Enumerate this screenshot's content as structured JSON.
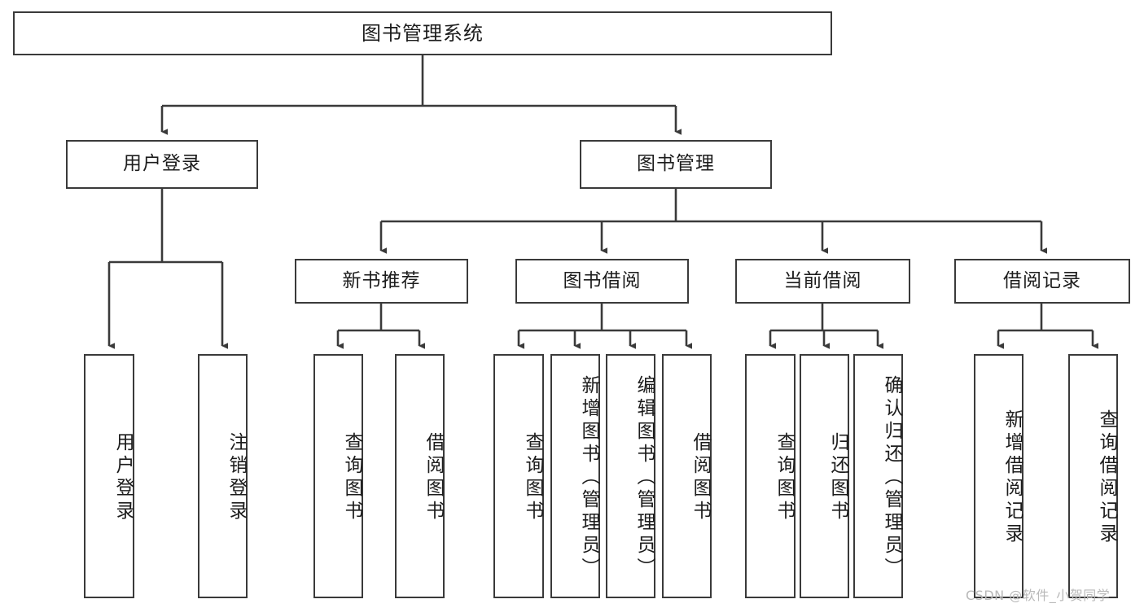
{
  "diagram": {
    "title": "图书管理系统",
    "type": "hierarchy-tree",
    "stroke_color": "#3a3a3a",
    "background_color": "#ffffff",
    "text_color": "#1c1c1c",
    "nodes": {
      "root": {
        "label": "图书管理系统",
        "level": 0
      },
      "n_user_login": {
        "label": "用户登录",
        "level": 1
      },
      "n_book_manage": {
        "label": "图书管理",
        "level": 1
      },
      "n_new_book_rec": {
        "label": "新书推荐",
        "level": 2
      },
      "n_book_borrow": {
        "label": "图书借阅",
        "level": 2
      },
      "n_current_borrow": {
        "label": "当前借阅",
        "level": 2
      },
      "n_borrow_record": {
        "label": "借阅记录",
        "level": 2
      },
      "leaf_user_login": {
        "label": "用户登录",
        "level": 3
      },
      "leaf_logout_login": {
        "label": "注销登录",
        "level": 3
      },
      "leaf_query_book_1": {
        "label": "查询图书",
        "level": 3
      },
      "leaf_borrow_book_1": {
        "label": "借阅图书",
        "level": 3
      },
      "leaf_query_book_2": {
        "label": "查询图书",
        "level": 3
      },
      "leaf_add_book_admin": {
        "label": "新增图书（管理员）",
        "level": 3
      },
      "leaf_edit_book_admin": {
        "label": "编辑图书（管理员）",
        "level": 3
      },
      "leaf_borrow_book_2": {
        "label": "借阅图书",
        "level": 3
      },
      "leaf_query_book_3": {
        "label": "查询图书",
        "level": 3
      },
      "leaf_return_book": {
        "label": "归还图书",
        "level": 3
      },
      "leaf_confirm_return_admin": {
        "label": "确认归还（管理员）",
        "level": 3
      },
      "leaf_add_borrow_record": {
        "label": "新增借阅记录",
        "level": 3
      },
      "leaf_query_borrow_record": {
        "label": "查询借阅记录",
        "level": 3
      }
    },
    "edges": [
      {
        "from": "root",
        "to": "n_user_login"
      },
      {
        "from": "root",
        "to": "n_book_manage"
      },
      {
        "from": "n_user_login",
        "to": "leaf_user_login"
      },
      {
        "from": "n_user_login",
        "to": "leaf_logout_login"
      },
      {
        "from": "n_book_manage",
        "to": "n_new_book_rec"
      },
      {
        "from": "n_book_manage",
        "to": "n_book_borrow"
      },
      {
        "from": "n_book_manage",
        "to": "n_current_borrow"
      },
      {
        "from": "n_book_manage",
        "to": "n_borrow_record"
      },
      {
        "from": "n_new_book_rec",
        "to": "leaf_query_book_1"
      },
      {
        "from": "n_new_book_rec",
        "to": "leaf_borrow_book_1"
      },
      {
        "from": "n_book_borrow",
        "to": "leaf_query_book_2"
      },
      {
        "from": "n_book_borrow",
        "to": "leaf_add_book_admin"
      },
      {
        "from": "n_book_borrow",
        "to": "leaf_edit_book_admin"
      },
      {
        "from": "n_book_borrow",
        "to": "leaf_borrow_book_2"
      },
      {
        "from": "n_current_borrow",
        "to": "leaf_query_book_3"
      },
      {
        "from": "n_current_borrow",
        "to": "leaf_return_book"
      },
      {
        "from": "n_current_borrow",
        "to": "leaf_confirm_return_admin"
      },
      {
        "from": "n_borrow_record",
        "to": "leaf_add_borrow_record"
      },
      {
        "from": "n_borrow_record",
        "to": "leaf_query_borrow_record"
      }
    ]
  },
  "watermark": {
    "text": "CSDN @软件_小贺同学",
    "color": "#b9b9b9"
  }
}
